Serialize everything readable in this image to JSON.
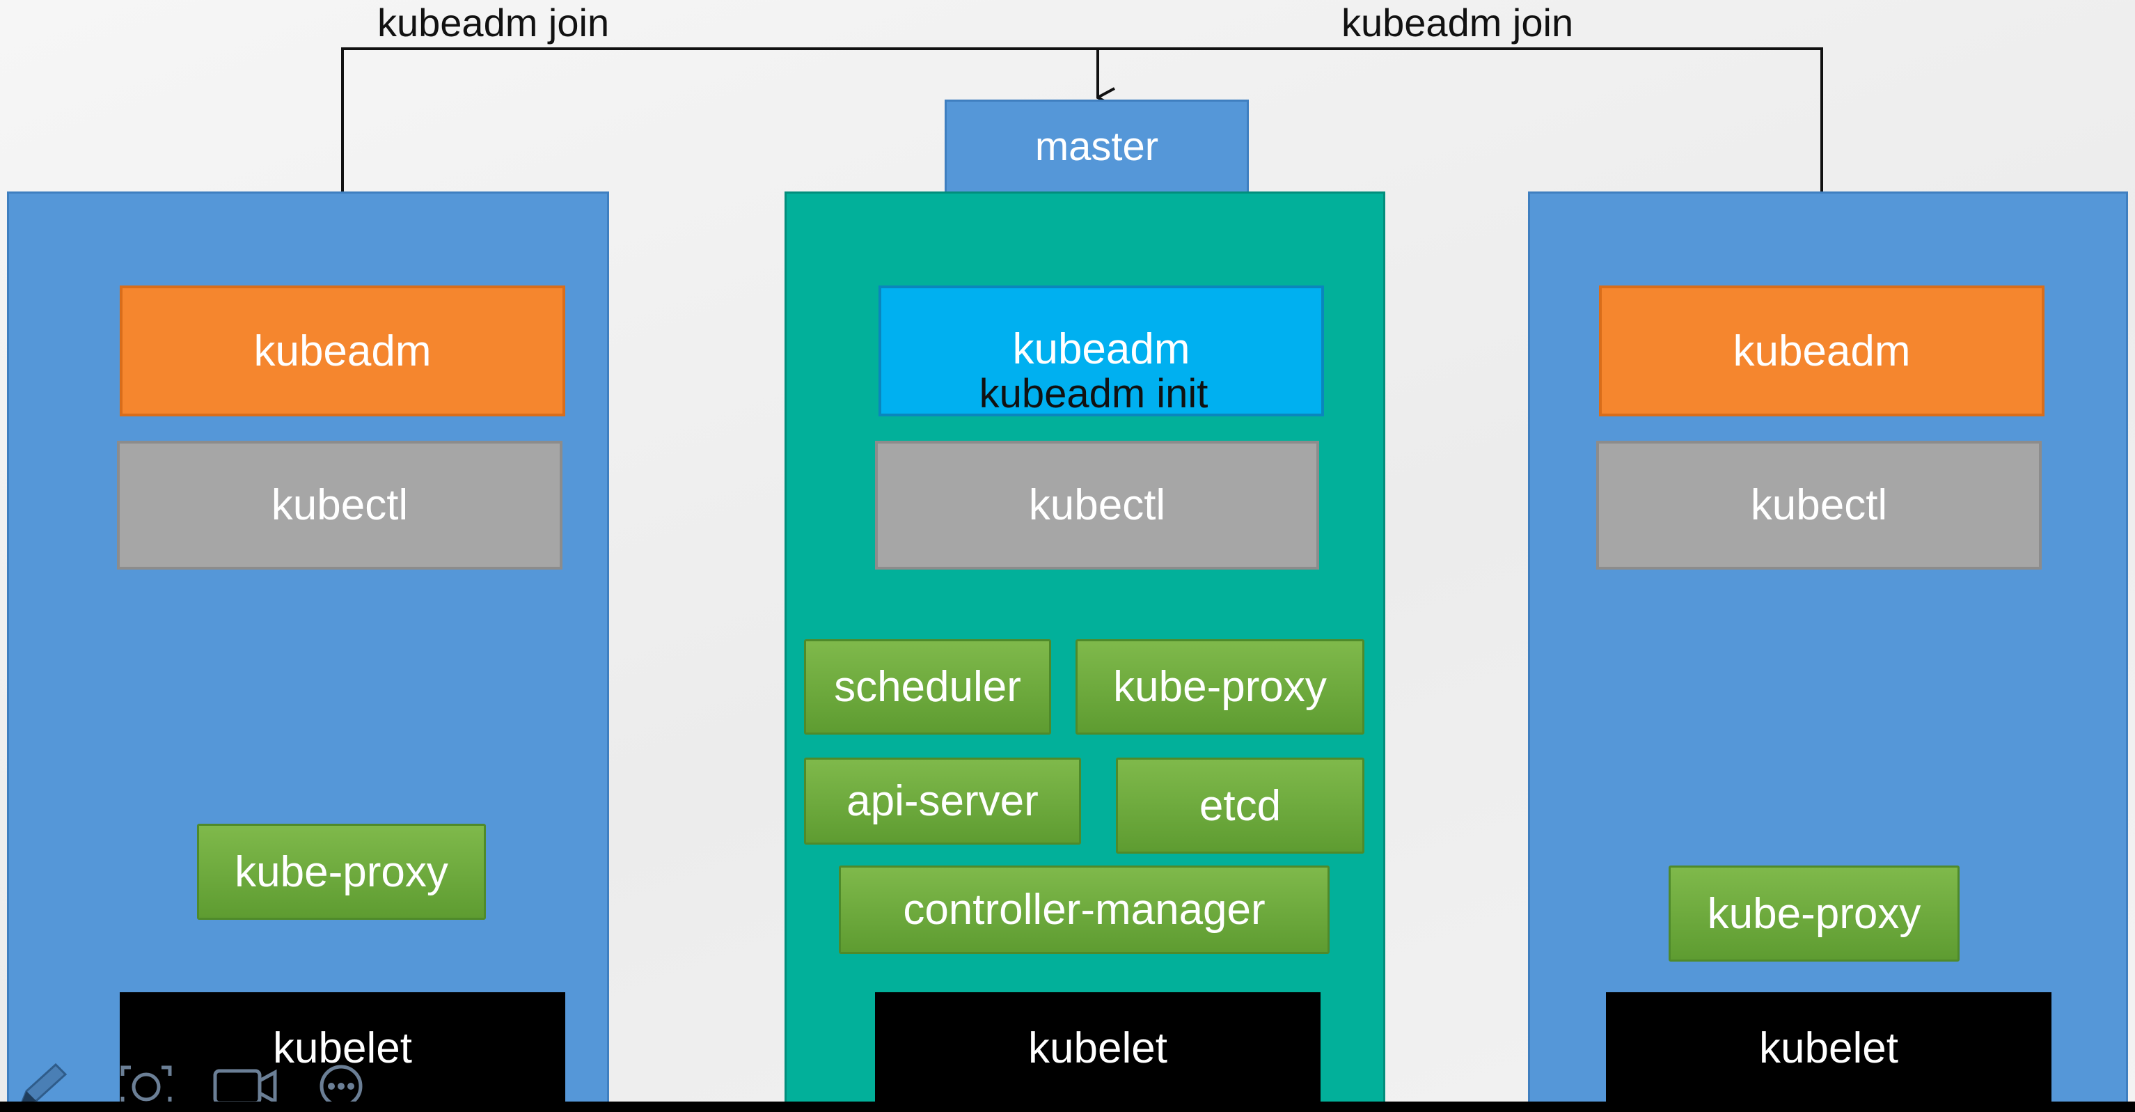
{
  "join_labels": {
    "left": "kubeadm join",
    "right": "kubeadm join"
  },
  "master": {
    "title": "master",
    "kubeadm": "kubeadm",
    "init_label": "kubeadm init",
    "kubectl": "kubectl",
    "components": {
      "scheduler": "scheduler",
      "kube_proxy": "kube-proxy",
      "api_server": "api-server",
      "etcd": "etcd",
      "controller_manager": "controller-manager"
    },
    "kubelet": "kubelet"
  },
  "worker_left": {
    "kubeadm": "kubeadm",
    "kubectl": "kubectl",
    "kube_proxy": "kube-proxy",
    "kubelet": "kubelet"
  },
  "worker_right": {
    "kubeadm": "kubeadm",
    "kubectl": "kubectl",
    "kube_proxy": "kube-proxy",
    "kubelet": "kubelet"
  },
  "toolbar": {
    "icons": [
      "pencil-icon",
      "camera-icon",
      "video-icon",
      "more-icon"
    ]
  },
  "colors": {
    "node_blue": "#5597d8",
    "master_teal": "#02b09a",
    "kubeadm_orange": "#f5862e",
    "kubeadm_cyan": "#00b0f0",
    "kubectl_gray": "#a6a6a6",
    "component_green": "#6aa83b",
    "kubelet_black": "#000000"
  }
}
